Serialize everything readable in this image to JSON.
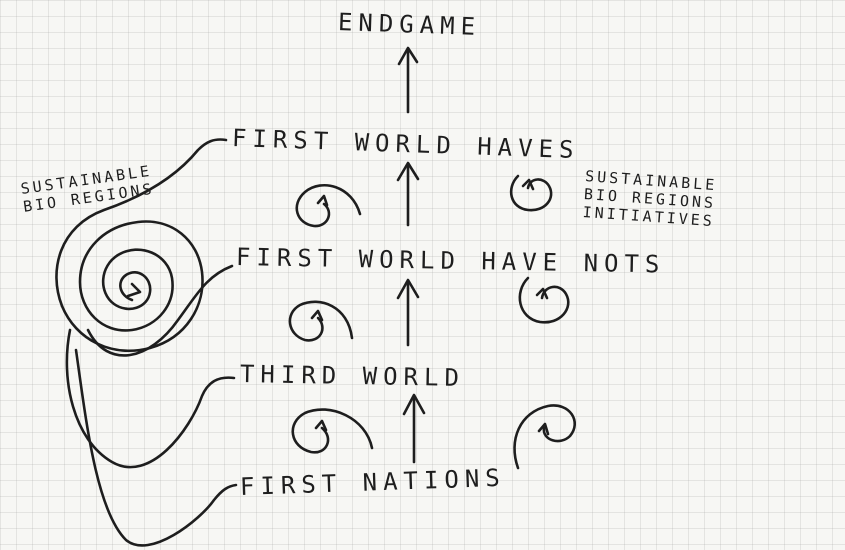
{
  "diagram": {
    "stages": [
      "FIRST NATIONS",
      "THIRD WORLD",
      "FIRST WORLD HAVE NOTS",
      "FIRST WORLD HAVES",
      "ENDGAME"
    ],
    "left_note": [
      "SUSTAINABLE",
      "BIO REGIONS"
    ],
    "right_note": [
      "SUSTAINABLE",
      "BIO REGIONS",
      "INITIATIVES"
    ],
    "ink_color": "#1e1e1e",
    "paper_color": "#f7f7f4",
    "grid_color": "#a0a0a0"
  }
}
